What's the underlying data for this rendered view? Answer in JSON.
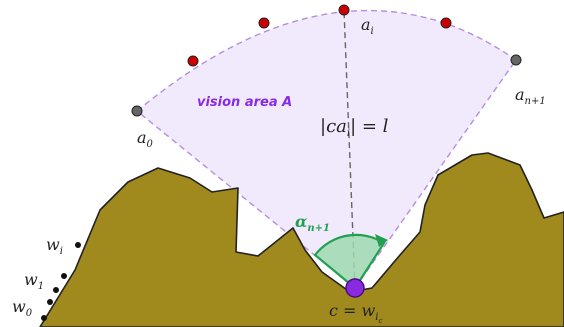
{
  "figure": {
    "area_label": "vision area A",
    "apex_label": "c = w",
    "apex_label_sub": "i",
    "apex_label_subsub": "c",
    "length_label": "|ca",
    "length_label_sub": "i",
    "length_label_rest": "| = l",
    "angle_label": "α",
    "angle_label_sub": "n+1",
    "arc_points": [
      {
        "label": "a",
        "sub": "0",
        "color": "#666666"
      },
      {
        "label": "a",
        "sub": "i",
        "color": "#cc0000"
      },
      {
        "label": "a",
        "sub": "n+1",
        "color": "#666666"
      }
    ],
    "terrain_points": [
      {
        "label": "w",
        "sub": "0"
      },
      {
        "label": "w",
        "sub": "1"
      },
      {
        "label": "w",
        "sub": "i"
      }
    ],
    "colors": {
      "terrain": "#a08a1e",
      "terrain_stroke": "#222222",
      "vision_fill": "#f1eafc",
      "vision_stroke": "#b58fdc",
      "vision_label": "#8a2be2",
      "apex": "#8a2be2",
      "angle": "#22a050",
      "angle_fill": "#9fd9b0",
      "red_point": "#cc0000",
      "gray_point": "#666666"
    }
  }
}
